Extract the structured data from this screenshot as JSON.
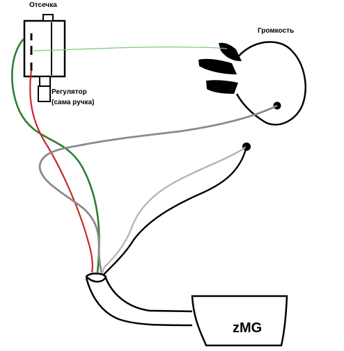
{
  "labels": {
    "cutoff": "Отсечка",
    "volume": "Громкость",
    "regulator_line1": "Регулятор",
    "regulator_line2": "(сама ручка)",
    "plug_marking": "zMG"
  },
  "colors": {
    "outline": "#000000",
    "green_wire": "#2e7d32",
    "light_green_wire": "#7fc97f",
    "red_wire": "#c62828",
    "gray_wire": "#8a8a8a",
    "light_gray_wire": "#b5b5b5",
    "black_wire": "#000000"
  }
}
